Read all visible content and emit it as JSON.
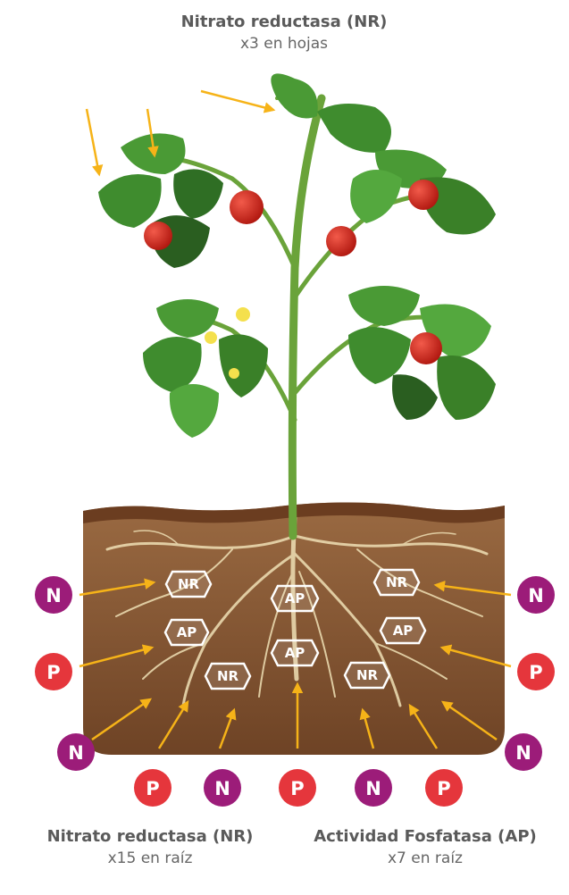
{
  "top_caption": {
    "title": "Nitrato reductasa (NR)",
    "subtitle": "x3 en hojas"
  },
  "bottom_left_caption": {
    "title": "Nitrato reductasa (NR)",
    "subtitle": "x15 en raíz"
  },
  "bottom_right_caption": {
    "title": "Actividad Fosfatasa (AP)",
    "subtitle": "x7 en raíz"
  },
  "enzyme_labels": {
    "nr": "NR",
    "ap": "AP"
  },
  "nutrients": {
    "n": "N",
    "p": "P"
  },
  "colors": {
    "n_circle": "#9c1c79",
    "p_circle": "#e5363c",
    "arrow": "#f6b318",
    "soil": "#8b5a35",
    "soil_dark": "#6b3d20",
    "leaf": "#3f8c2e",
    "tomato": "#d2221c"
  }
}
